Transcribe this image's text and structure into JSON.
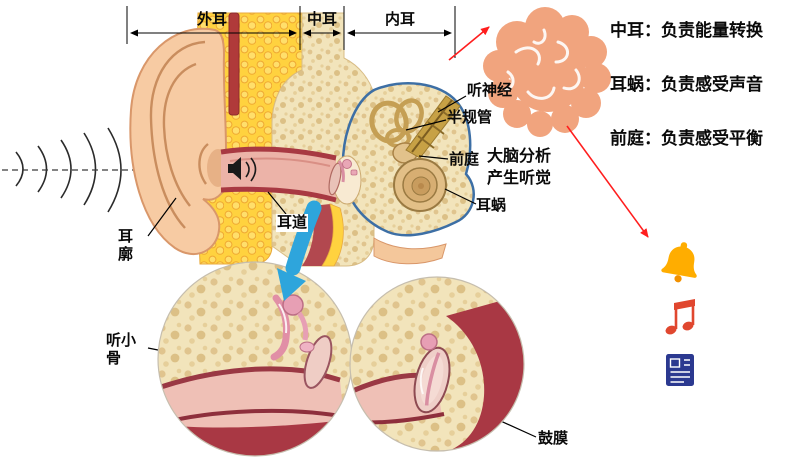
{
  "sections": {
    "outer": "外耳",
    "middle": "中耳",
    "inner": "内耳"
  },
  "anatomy": {
    "auditory_nerve": "听神经",
    "semicircular_canals": "半规管",
    "vestibule": "前庭",
    "cochlea": "耳蜗",
    "ear_canal": "耳道",
    "auricle": "耳廓",
    "ossicles": "听小骨",
    "eardrum": "鼓膜"
  },
  "brain_caption": {
    "line1": "大脑分析",
    "line2": "产生听觉"
  },
  "notes": {
    "middle_ear": "中耳：负责能量转换",
    "cochlea": "耳蜗：负责感受声音",
    "vestibule": "前庭：负责感受平衡"
  },
  "icons": [
    {
      "name": "bell-icon"
    },
    {
      "name": "music-note-icon"
    },
    {
      "name": "newspaper-icon"
    }
  ],
  "colors": {
    "red_arrow": "#FF1E1E",
    "brain": "#F1A47E",
    "blue_arrow": "#2EA5DC",
    "inner_ear_outline": "#3D6FA5",
    "fat_yellow": "#FFD23F",
    "bone_cream": "#F2E4BB",
    "canal_red": "#A83942",
    "bell": "#FFAD00",
    "music_note": "#E0472F",
    "newspaper": "#2B3990"
  }
}
